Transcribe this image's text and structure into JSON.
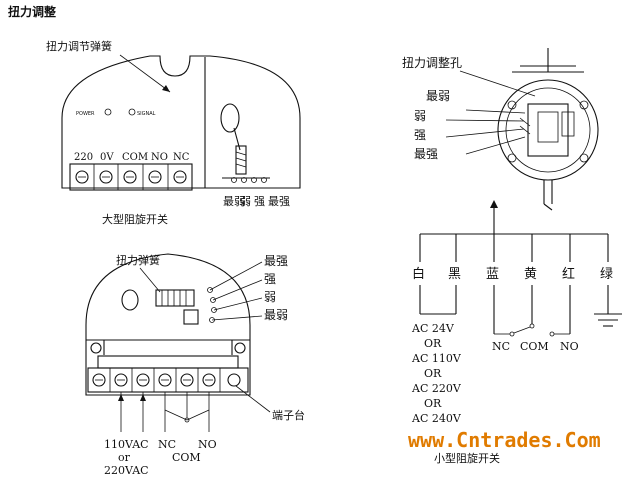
{
  "title": "扭力调整",
  "top_left": {
    "spring_label": "扭力调节弹簧",
    "led_labels": [
      "POWER",
      "SIGNAL"
    ],
    "terminal_labels": [
      "220",
      "0V",
      "COM",
      "NO",
      "NC"
    ],
    "strength_labels": [
      "最弱",
      "弱",
      "强",
      "最强"
    ],
    "caption": "大型阻旋开关"
  },
  "bottom_left": {
    "spring_label": "扭力弹簧",
    "strength_labels": [
      "最强",
      "强",
      "弱",
      "最弱"
    ],
    "terminal_block_label": "端子台",
    "supply_lines": [
      "110VAC",
      "or",
      "220VAC"
    ],
    "contact_labels": [
      "NC",
      "NO",
      "COM"
    ]
  },
  "right": {
    "hole_label": "扭力调整孔",
    "strength_labels": [
      "最弱",
      "弱",
      "强",
      "最强"
    ],
    "wire_colors": [
      "白",
      "黑",
      "蓝",
      "黄",
      "红",
      "绿"
    ],
    "voltage_lines": [
      "AC 24V",
      "OR",
      "AC 110V",
      "OR",
      "AC 220V",
      "OR",
      "AC 240V"
    ],
    "contact_labels": [
      "NC",
      "COM",
      "NO"
    ],
    "caption": "小型阻旋开关"
  },
  "watermark": "www.Cntrades.Com"
}
